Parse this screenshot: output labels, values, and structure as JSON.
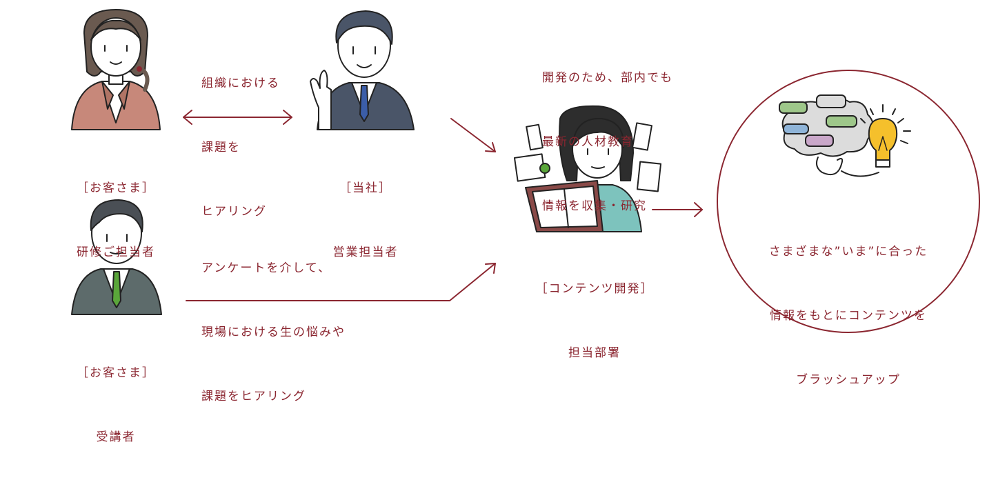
{
  "colors": {
    "accent": "#8b2630",
    "ink": "#222222",
    "suit_dark": "#4a5568",
    "tie_blue": "#3b5da8",
    "tie_green": "#5aa63a",
    "jacket_pink": "#c7887a",
    "jacket_teal": "#7dc3bd",
    "book": "#8a4a48"
  },
  "people": {
    "client_contact": {
      "role": "［お客さま］",
      "title": "研修ご担当者",
      "icon": "woman-pink-jacket"
    },
    "sales": {
      "role": "［当社］",
      "title": "営業担当者",
      "icon": "man-waving-suit"
    },
    "trainee": {
      "role": "［お客さま］",
      "title": "受講者",
      "icon": "man-green-tie"
    },
    "dev": {
      "role": "［コンテンツ開発］",
      "title": "担当部署",
      "icon": "woman-reading-book"
    }
  },
  "notes": {
    "hearing_org": [
      "組織における",
      "課題を",
      "ヒアリング"
    ],
    "hearing_survey": [
      "アンケートを介して、",
      "現場における生の悩みや",
      "課題をヒアリング"
    ],
    "dev_research": [
      "開発のため、部内でも",
      "最新の人材教育",
      "情報を収集・研究"
    ]
  },
  "result": {
    "lines": [
      "さまざまな”いま”に合った",
      "情報をもとにコンテンツを",
      "ブラッシュアップ"
    ],
    "icon": "idea-bubbles-lightbulb-icon"
  }
}
